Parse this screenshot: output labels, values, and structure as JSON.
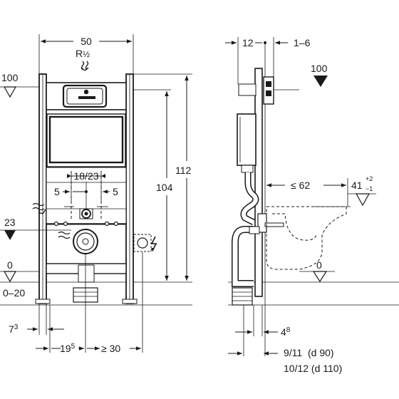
{
  "labels": {
    "width_50": "50",
    "r_half_r": "R",
    "r_half_frac": "½",
    "top_100_left": "100",
    "top_100_right": "100",
    "h_112": "112",
    "h_104": "104",
    "spacing_18_23": "18/23",
    "five_left": "5",
    "five_right": "5",
    "lvl_23": "23",
    "lvl_0_left": "0",
    "range_0_20": "0–20",
    "seven_base": "7",
    "seven_sup": "3",
    "nineteen_base": "19",
    "nineteen_sup": "5",
    "ge_30": "≥ 30",
    "side_12": "12",
    "side_1_6": "1–6",
    "le_62": "≤ 62",
    "h41_base": "41",
    "h41_plus": "+2",
    "h41_minus": "−1",
    "lvl_0_right": "0",
    "four_base": "4",
    "four_sup": "8",
    "d90_text": "9/11  (d 90)",
    "d110_text": "10/12 (d 110)"
  }
}
